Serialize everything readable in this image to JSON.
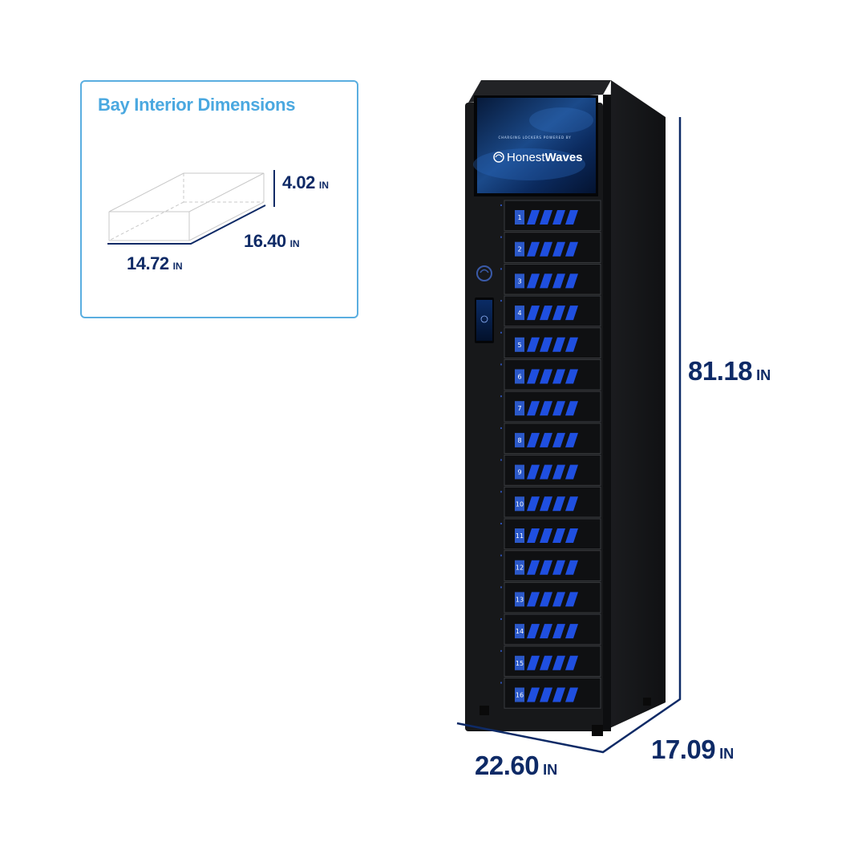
{
  "bay_card": {
    "title": "Bay Interior Dimensions",
    "height": {
      "value": "4.02",
      "unit": "IN"
    },
    "depth": {
      "value": "16.40",
      "unit": "IN"
    },
    "width": {
      "value": "14.72",
      "unit": "IN"
    }
  },
  "locker": {
    "screen": {
      "tagline": "CHARGING LOCKERS POWERED BY",
      "brand_light": "Honest",
      "brand_bold": "Waves"
    },
    "bays": [
      "1",
      "2",
      "3",
      "4",
      "5",
      "6",
      "7",
      "8",
      "9",
      "10",
      "11",
      "12",
      "13",
      "14",
      "15",
      "16"
    ]
  },
  "dimensions": {
    "height": {
      "value": "81.18",
      "unit": "IN"
    },
    "width": {
      "value": "22.60",
      "unit": "IN"
    },
    "depth": {
      "value": "17.09",
      "unit": "IN"
    }
  },
  "colors": {
    "navy": "#0e2a66",
    "light_blue": "#4aa8e0",
    "bay_blue": "#1f4fe0",
    "cabinet": "#17181a"
  }
}
